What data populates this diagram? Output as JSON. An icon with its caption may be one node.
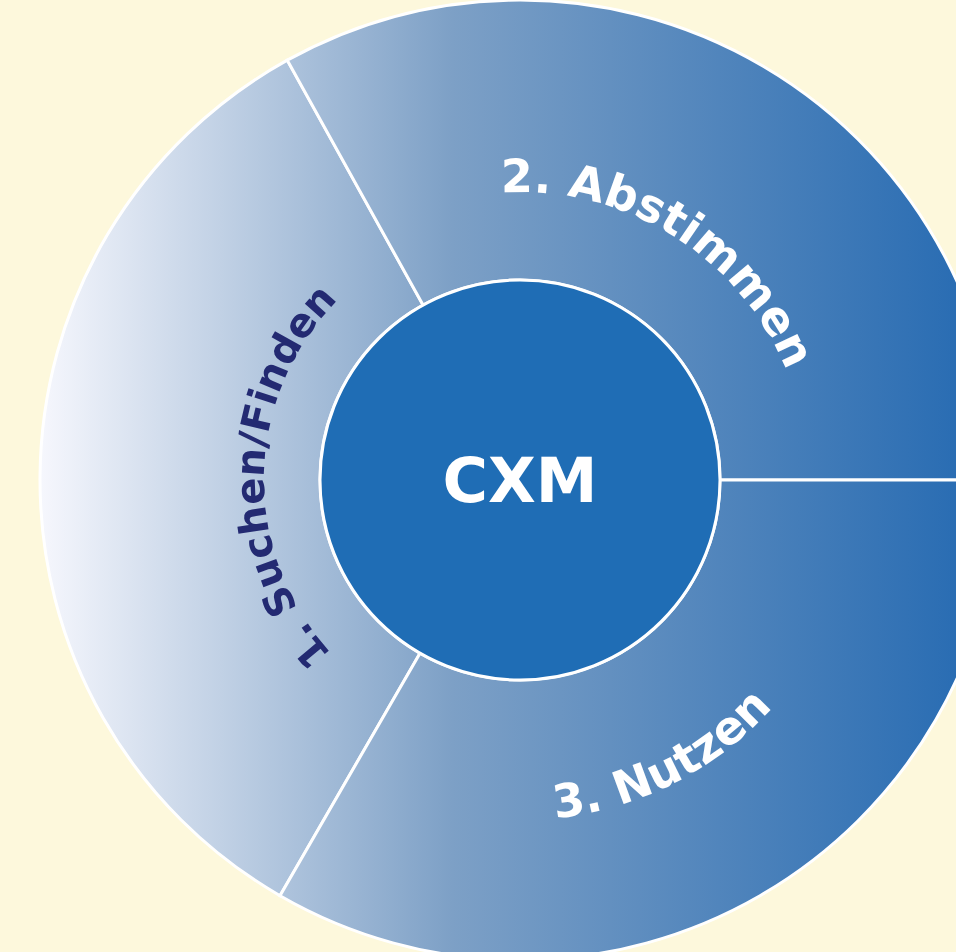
{
  "diagram": {
    "nodes": [
      {
        "text": [
          "CXM"
        ]
      },
      {
        "text": [
          "1. Suchen/Finden"
        ]
      },
      {
        "text": [
          "2. Abstimmen"
        ]
      },
      {
        "text": [
          "3. Nutzen"
        ]
      }
    ]
  }
}
